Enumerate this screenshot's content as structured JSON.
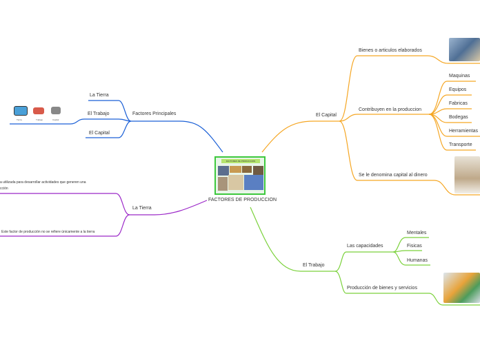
{
  "center": {
    "label": "FACTORES DE PRODUCCION",
    "image_title": "FACTORES DE PRODUCCION"
  },
  "factores_principales": {
    "label": "Factores Principales",
    "items": [
      "La Tierra",
      "El Trabajo",
      "El Capital"
    ],
    "image_captions": [
      "Tierra",
      "Trabajo",
      "Capital"
    ]
  },
  "la_tierra": {
    "label": "La Tierra",
    "desc1_line1": "a utilizada para desarrollar actividades que generen una",
    "desc1_line2": "cción",
    "desc2": "Este factor de producción no se refiere únicamente a la tierra"
  },
  "el_capital": {
    "label": "El Capital",
    "bienes": "Bienes o articulos elaborados",
    "contribuyen": "Contribuyen en la produccion",
    "contribuyen_items": [
      "Maquinas",
      "Equipos",
      "Fabricas",
      "Bodegas",
      "Herramientas",
      "Transporte"
    ],
    "dinero": "Se le denomina capital al dinero"
  },
  "el_trabajo": {
    "label": "El Trabajo",
    "capacidades": "Las capacidades",
    "capacidades_items": [
      "Mentales",
      "Fisicas",
      "Humanas"
    ],
    "produccion": "Producción de bienes y servicios"
  },
  "colors": {
    "capital": "#f5a623",
    "principales": "#1a5fd6",
    "tierra": "#9b27c8",
    "trabajo": "#7ad13a",
    "center_border": "#3cc83c"
  }
}
